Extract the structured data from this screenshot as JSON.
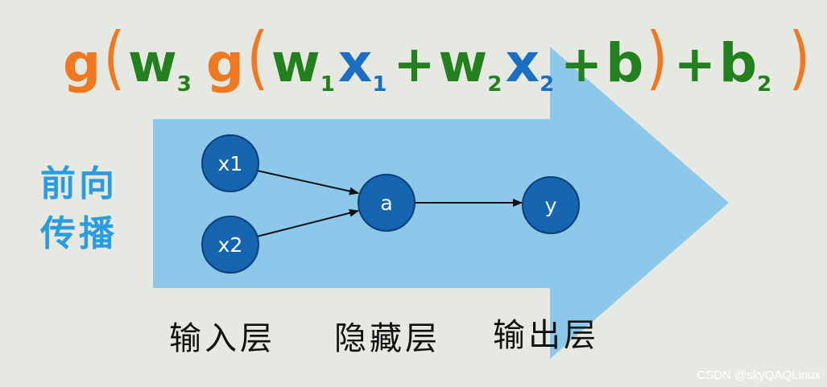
{
  "colors": {
    "background": "#e6e9e2",
    "arrow": "#8cc8ea",
    "node_fill": "#1565b0",
    "node_stroke": "#0c3f78",
    "func": "#f07820",
    "weight": "#23801f",
    "input": "#1a6fc4",
    "side_text": "#2a9ce0"
  },
  "formula": {
    "tokens": [
      {
        "t": "g",
        "color": "func",
        "kind": "main"
      },
      {
        "t": "(",
        "color": "func",
        "kind": "paren"
      },
      {
        "t": "w",
        "color": "weight",
        "kind": "main"
      },
      {
        "t": "3",
        "color": "weight",
        "kind": "sub"
      },
      {
        "t": "g",
        "color": "func",
        "kind": "main",
        "gap": true
      },
      {
        "t": "(",
        "color": "func",
        "kind": "paren"
      },
      {
        "t": "w",
        "color": "weight",
        "kind": "main"
      },
      {
        "t": "1",
        "color": "weight",
        "kind": "sub"
      },
      {
        "t": "x",
        "color": "input",
        "kind": "main"
      },
      {
        "t": "1",
        "color": "input",
        "kind": "sub"
      },
      {
        "t": "+",
        "color": "weight",
        "kind": "op"
      },
      {
        "t": "w",
        "color": "weight",
        "kind": "main"
      },
      {
        "t": "2",
        "color": "weight",
        "kind": "sub"
      },
      {
        "t": "x",
        "color": "input",
        "kind": "main"
      },
      {
        "t": "2",
        "color": "input",
        "kind": "sub"
      },
      {
        "t": "+",
        "color": "weight",
        "kind": "op"
      },
      {
        "t": "b",
        "color": "weight",
        "kind": "main"
      },
      {
        "t": ")",
        "color": "func",
        "kind": "paren"
      },
      {
        "t": "+",
        "color": "weight",
        "kind": "op"
      },
      {
        "t": "b",
        "color": "weight",
        "kind": "main"
      },
      {
        "t": "2",
        "color": "weight",
        "kind": "sub"
      },
      {
        "t": ")",
        "color": "func",
        "kind": "paren",
        "gap": true
      }
    ]
  },
  "side_label": {
    "line1": "前向",
    "line2": "传播"
  },
  "nodes": {
    "x1": "x1",
    "x2": "x2",
    "a": "a",
    "y": "y"
  },
  "layers": {
    "input": "输入层",
    "hidden": "隐藏层",
    "output": "输出层"
  },
  "watermark": "CSDN @skyQAQLinux"
}
